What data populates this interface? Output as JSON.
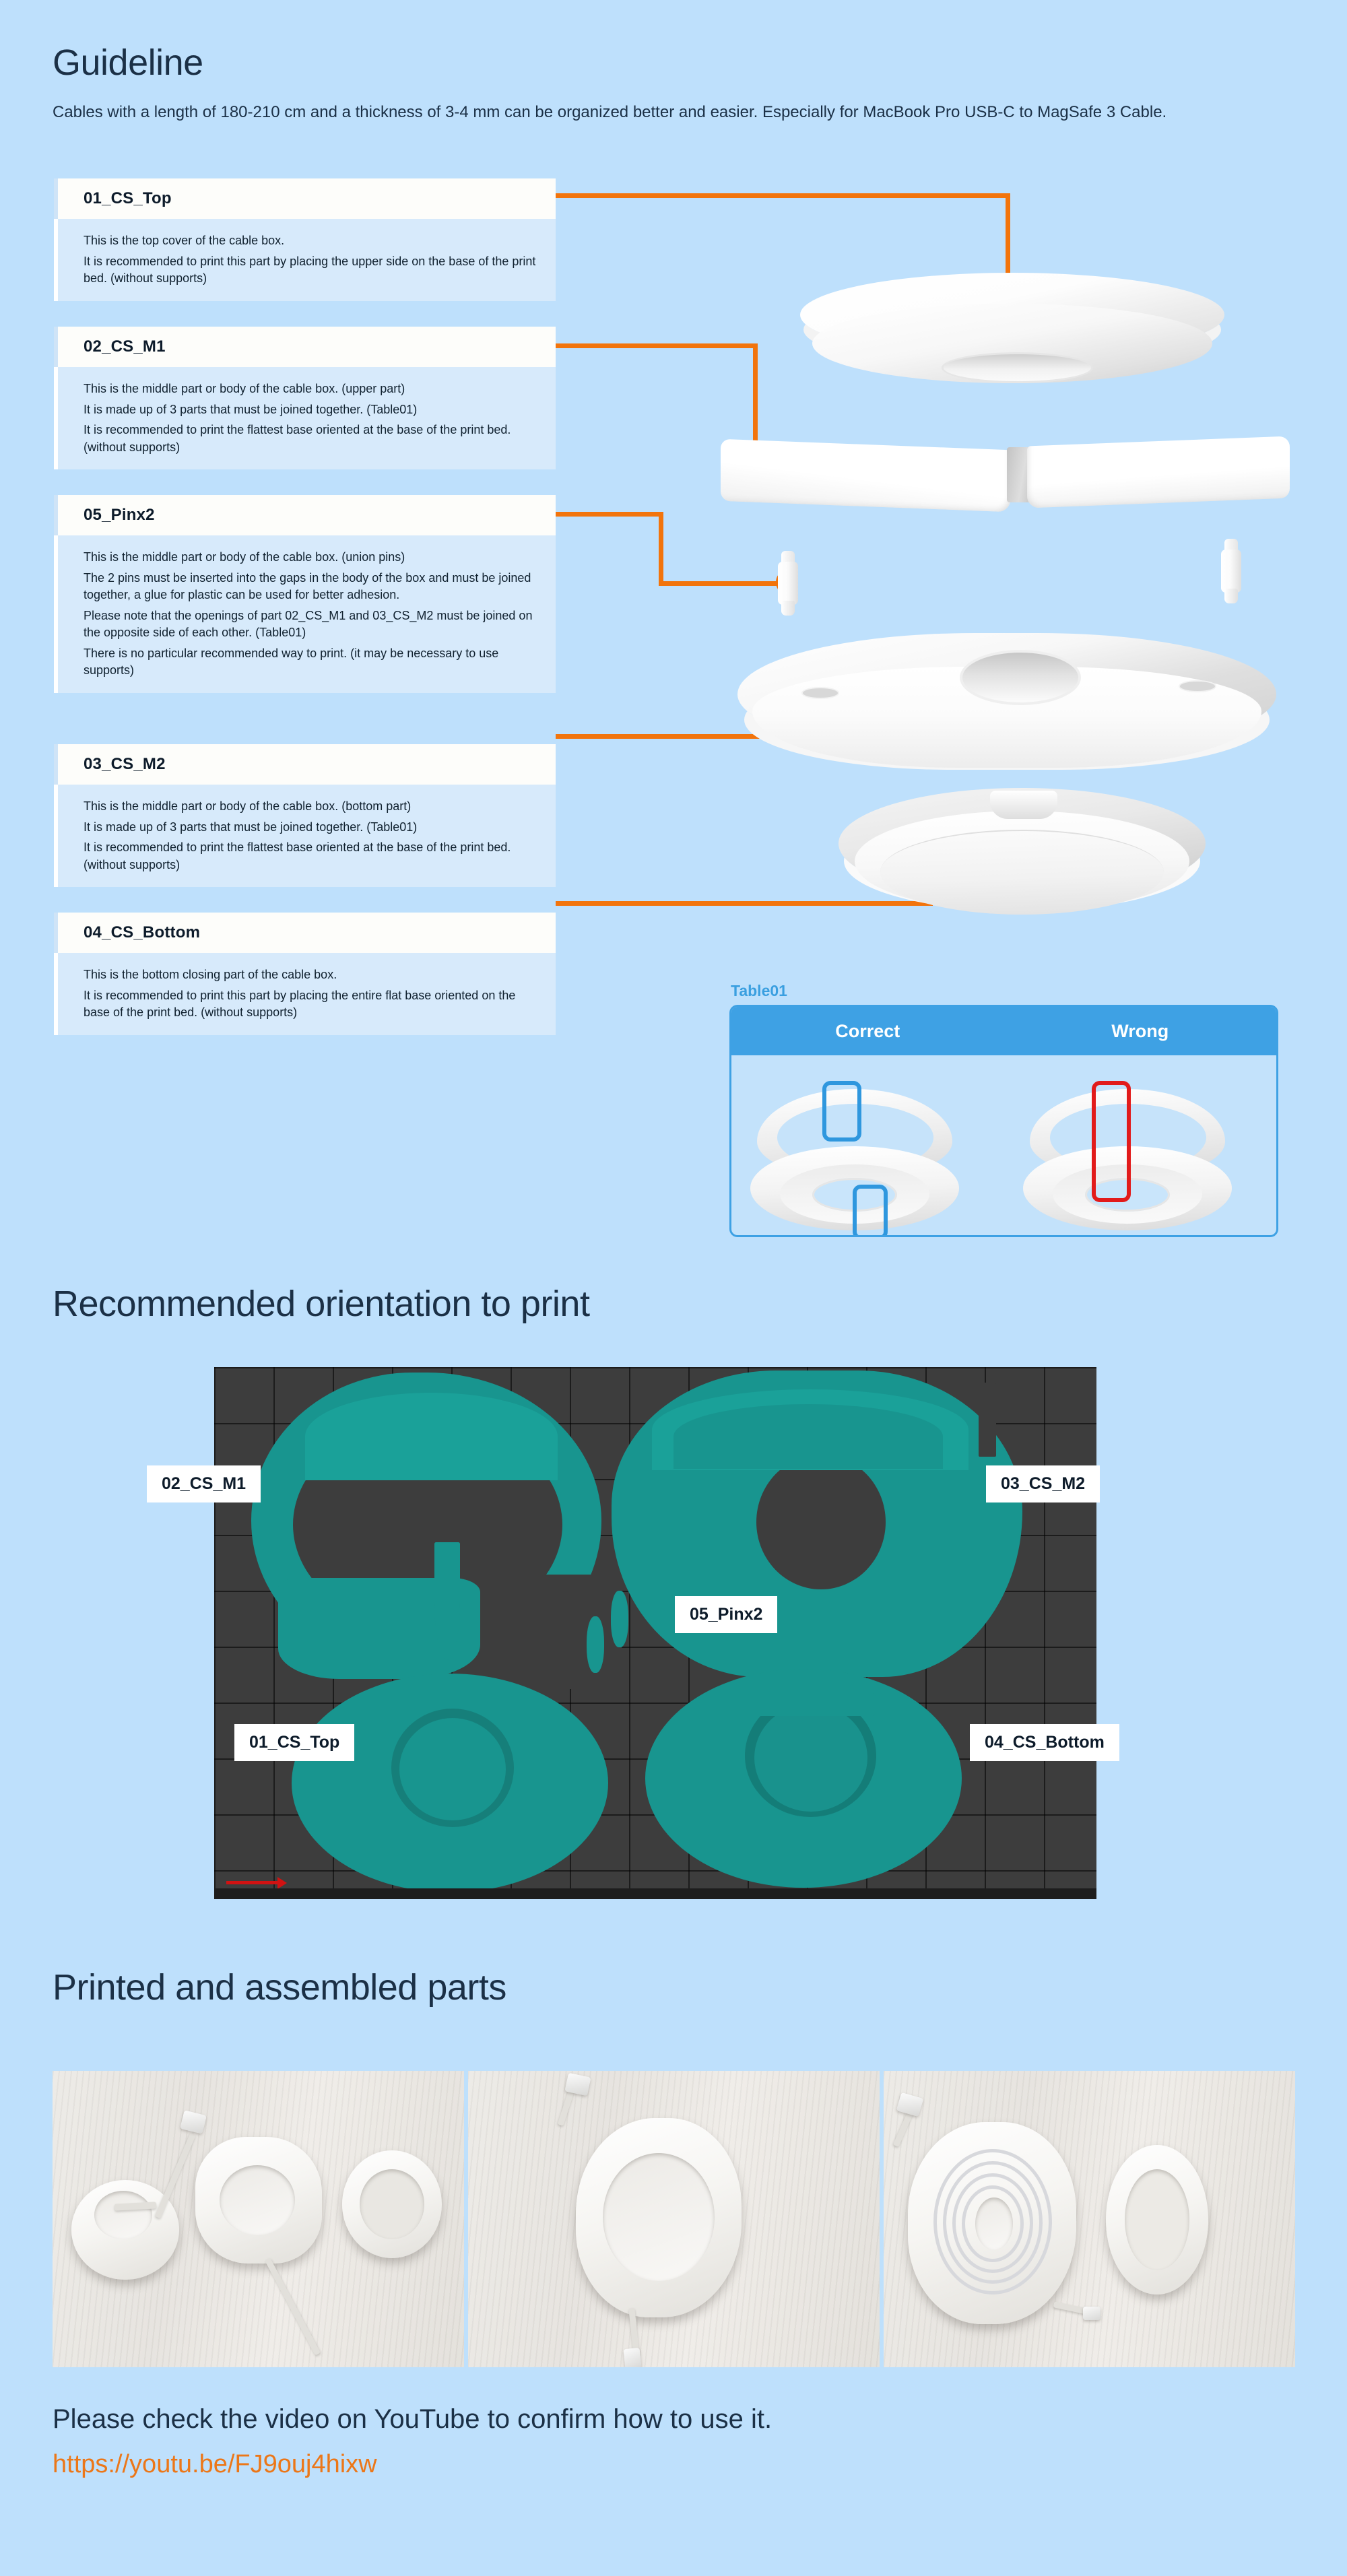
{
  "sections": {
    "guideline_title": "Guideline",
    "intro": "Cables with a length of 180-210 cm and a thickness of 3-4 mm can be organized better and easier. Especially for MacBook Pro USB-C to MagSafe 3 Cable.",
    "orientation_title": "Recommended orientation to print",
    "printed_title": "Printed and assembled parts"
  },
  "parts": [
    {
      "id": "01_CS_Top",
      "title": "01_CS_Top",
      "lines": [
        "This is the top cover of the cable box.",
        "It is recommended to print this part by placing the upper side on the base of the print bed. (without supports)"
      ]
    },
    {
      "id": "02_CS_M1",
      "title": "02_CS_M1",
      "lines": [
        "This is the middle part or body of the cable box. (upper part)",
        "It is made up of 3 parts that must be joined together. (Table01)",
        "It is recommended to print the flattest base oriented at the base of the print bed. (without supports)"
      ]
    },
    {
      "id": "05_Pinx2",
      "title": "05_Pinx2",
      "lines": [
        "This is the middle part or body of the cable box. (union pins)",
        "The 2 pins must be inserted into the gaps in the body of the box and must be joined together, a glue for plastic can be used for better adhesion.",
        "Please note that the openings of part 02_CS_M1 and 03_CS_M2 must be joined on the opposite side of each other. (Table01)",
        "There is no particular recommended way to print. (it may be necessary to use supports)"
      ]
    },
    {
      "id": "03_CS_M2",
      "title": "03_CS_M2",
      "lines": [
        "This is the middle part or body of the cable box. (bottom part)",
        "It is made up of 3 parts that must be joined together. (Table01)",
        "It is recommended to print the flattest base oriented at the base of the print bed. (without supports)"
      ]
    },
    {
      "id": "04_CS_Bottom",
      "title": "04_CS_Bottom",
      "lines": [
        "This is the bottom closing part of the cable box.",
        "It is recommended to print this part by placing the entire flat base oriented on the base of the print bed. (without supports)"
      ]
    }
  ],
  "table01": {
    "label": "Table01",
    "columns": [
      "Correct",
      "Wrong"
    ],
    "highlight_correct_color": "#2f97de",
    "highlight_wrong_color": "#e21b1b"
  },
  "build_plate_labels": {
    "m1": "02_CS_M1",
    "m2": "03_CS_M2",
    "pin": "05_Pinx2",
    "top": "01_CS_Top",
    "bottom": "04_CS_Bottom"
  },
  "footer": {
    "text": "Please check the video on YouTube to confirm how to use it.",
    "link": "https://youtu.be/FJ9ouj4hixw"
  },
  "colors": {
    "background": "#bee0fc",
    "accent_orange": "#f2740c",
    "heading": "#1b3046",
    "panel_body": "#d7eafb",
    "table_header": "#3ea1e4",
    "model_teal": "#18958f",
    "link": "#ec7718"
  }
}
